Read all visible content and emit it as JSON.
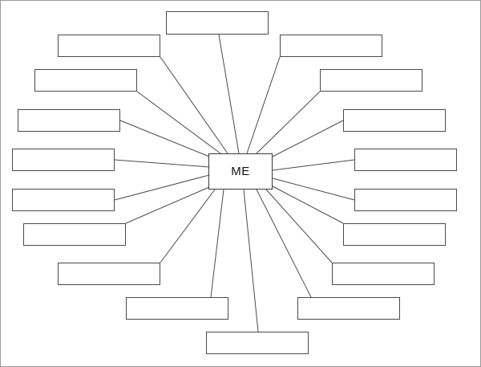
{
  "diagram": {
    "type": "spider",
    "center_label": "ME",
    "branch_count": 18,
    "branches": [
      {
        "id": "top",
        "label": ""
      },
      {
        "id": "upper-left-1",
        "label": ""
      },
      {
        "id": "upper-right-1",
        "label": ""
      },
      {
        "id": "upper-left-2",
        "label": ""
      },
      {
        "id": "upper-right-2",
        "label": ""
      },
      {
        "id": "left-1",
        "label": ""
      },
      {
        "id": "right-1",
        "label": ""
      },
      {
        "id": "left-2",
        "label": ""
      },
      {
        "id": "right-2",
        "label": ""
      },
      {
        "id": "left-3",
        "label": ""
      },
      {
        "id": "right-3",
        "label": ""
      },
      {
        "id": "left-4",
        "label": ""
      },
      {
        "id": "right-4",
        "label": ""
      },
      {
        "id": "lower-left-1",
        "label": ""
      },
      {
        "id": "lower-right-1",
        "label": ""
      },
      {
        "id": "lower-left-2",
        "label": ""
      },
      {
        "id": "lower-right-2",
        "label": ""
      },
      {
        "id": "bottom",
        "label": ""
      }
    ]
  }
}
